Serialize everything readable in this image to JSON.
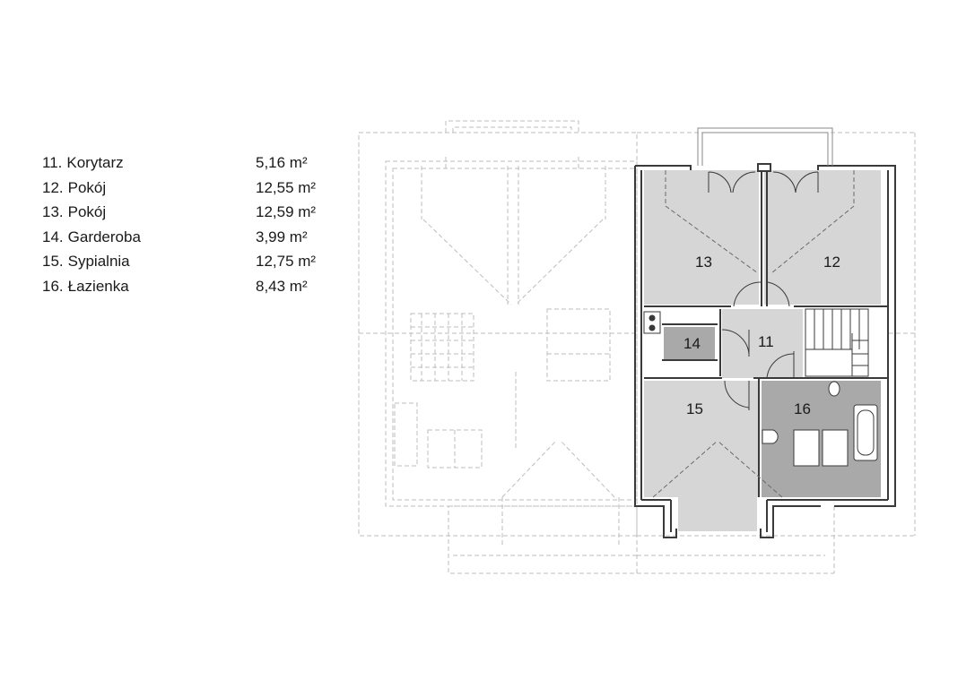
{
  "legend": [
    {
      "number": "11.",
      "name": "Korytarz",
      "area": "5,16 m²"
    },
    {
      "number": "12.",
      "name": "Pokój",
      "area": "12,55 m²"
    },
    {
      "number": "13.",
      "name": "Pokój",
      "area": "12,59 m²"
    },
    {
      "number": "14.",
      "name": "Garderoba",
      "area": "3,99 m²"
    },
    {
      "number": "15.",
      "name": "Sypialnia",
      "area": "12,75 m²"
    },
    {
      "number": "16.",
      "name": "Łazienka",
      "area": "8,43 m²"
    }
  ],
  "rooms": {
    "r11": "11",
    "r12": "12",
    "r13": "13",
    "r14": "14",
    "r15": "15",
    "r16": "16"
  },
  "colors": {
    "wall": "#3a3a3a",
    "floor_light": "#d6d6d6",
    "floor_dark": "#a9a9a9",
    "ghost": "#b5b5b5"
  }
}
